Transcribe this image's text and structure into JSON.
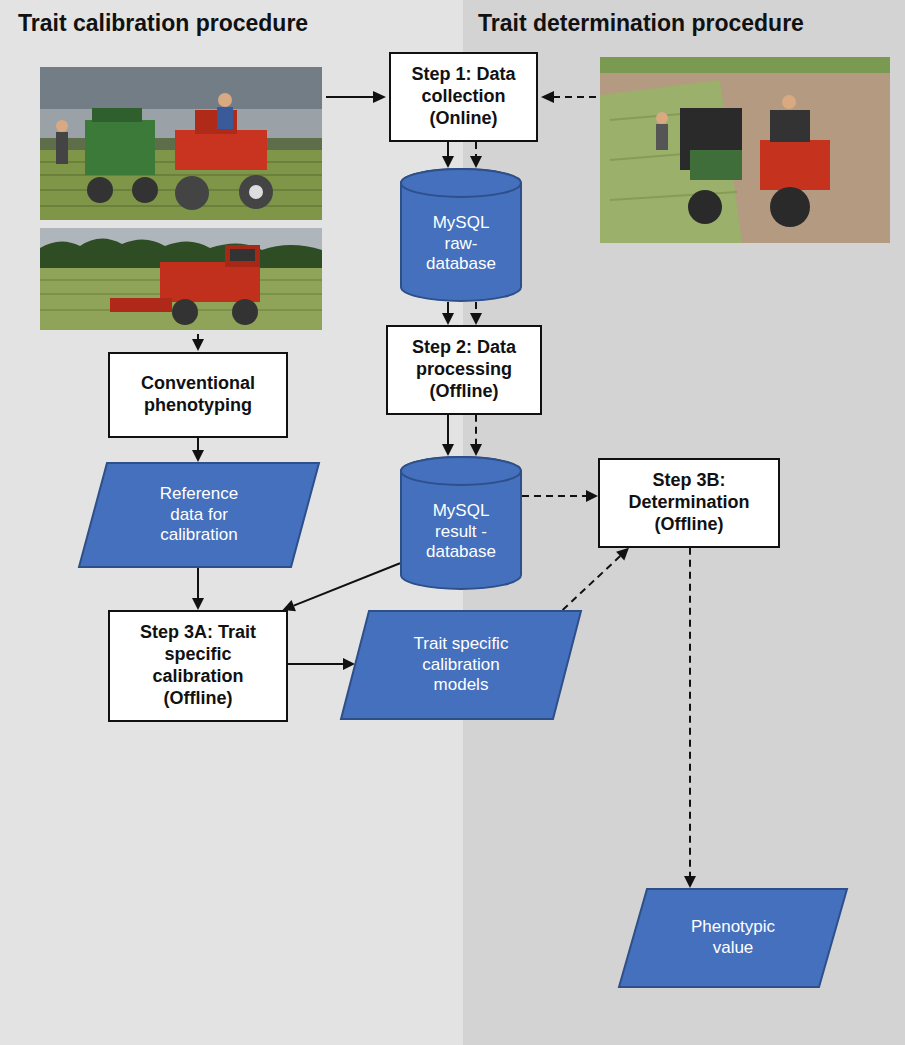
{
  "diagram": {
    "nodes": [
      {
        "text": [
          "Step 1: Data collection (Online)"
        ]
      },
      {
        "text": [
          "MySQL raw-database"
        ]
      },
      {
        "text": [
          "Step 2: Data processing (Offline)"
        ]
      },
      {
        "text": [
          "Conventional phenotyping"
        ]
      },
      {
        "text": [
          "Reference data for calibration"
        ]
      },
      {
        "text": [
          "MySQL result - database"
        ]
      },
      {
        "text": [
          "Step 3B: Determination (Offline)"
        ]
      },
      {
        "text": [
          "Step 3A: Trait specific calibration (Offline)"
        ]
      },
      {
        "text": [
          "Trait specific calibration models"
        ]
      },
      {
        "text": [
          "Phenotypic value"
        ]
      }
    ],
    "edges": [
      {
        "from": 0,
        "to": 1,
        "arrow": "to"
      },
      {
        "from": 0,
        "to": 1,
        "arrow": "to"
      },
      {
        "from": 1,
        "to": 2,
        "arrow": "to"
      },
      {
        "from": 1,
        "to": 2,
        "arrow": "to"
      },
      {
        "from": 2,
        "to": 5,
        "arrow": "to"
      },
      {
        "from": 2,
        "to": 5,
        "arrow": "to"
      },
      {
        "from": 3,
        "to": 4,
        "arrow": "to"
      },
      {
        "from": 4,
        "to": 7,
        "arrow": "to"
      },
      {
        "from": 5,
        "to": 7,
        "arrow": "to"
      },
      {
        "from": 5,
        "to": 6,
        "arrow": "to"
      },
      {
        "from": 7,
        "to": 8,
        "arrow": "to"
      },
      {
        "from": 8,
        "to": 6,
        "arrow": "to"
      },
      {
        "from": 6,
        "to": 9,
        "arrow": "to"
      }
    ],
    "labels": [
      "Trait calibration procedure",
      "Trait determination procedure"
    ]
  }
}
